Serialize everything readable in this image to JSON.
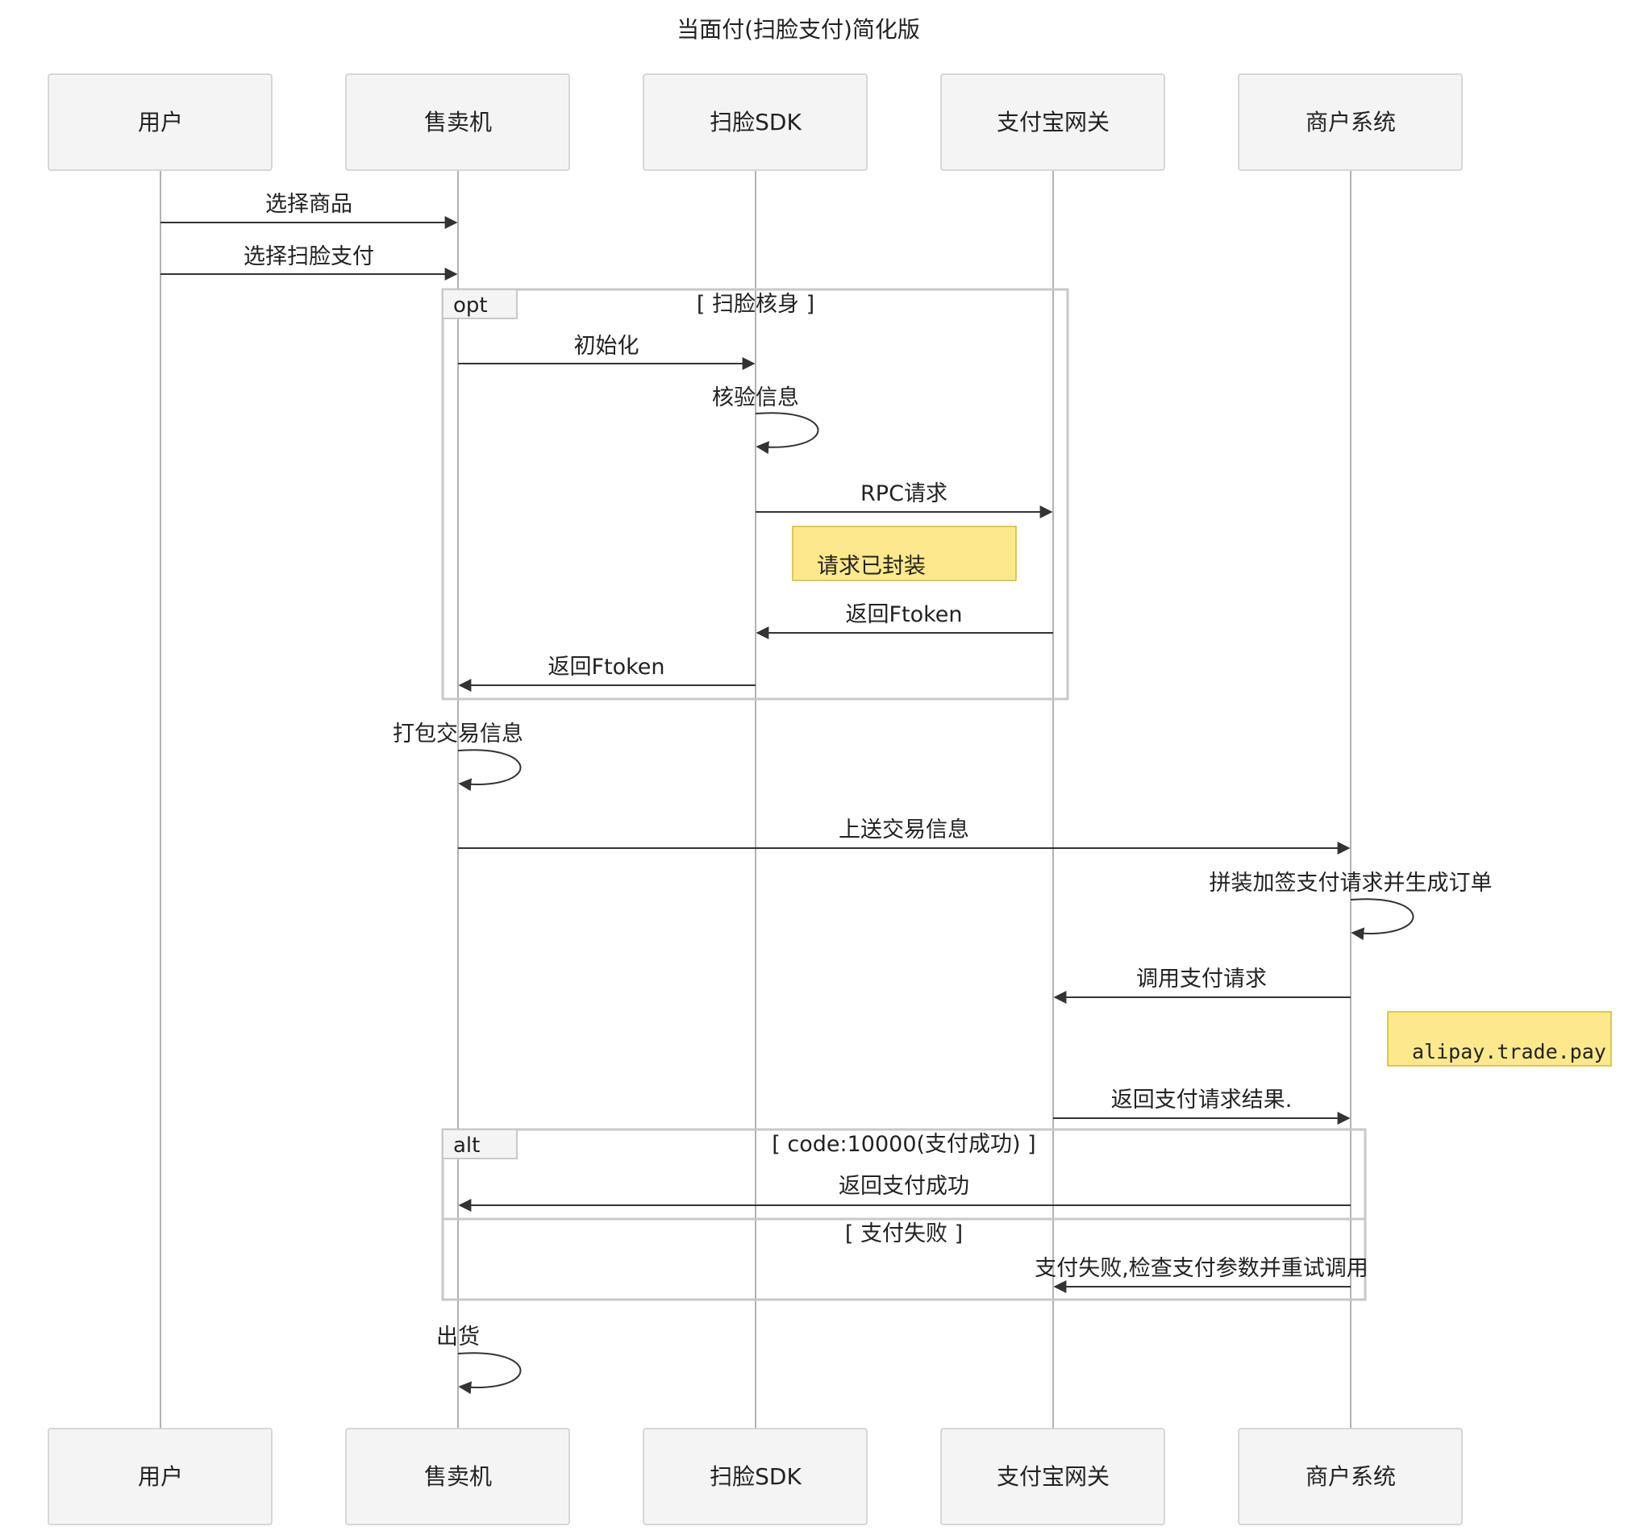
{
  "title": "当面付(扫脸支付)简化版",
  "colors": {
    "actor_fill": "#f4f4f4",
    "actor_stroke": "#cccccc",
    "lifeline": "#999999",
    "arrow": "#333333",
    "frame_stroke": "#c8c8c8",
    "note_fill": "#fde98b",
    "note_stroke": "#d4b83a"
  },
  "actors": [
    "用户",
    "售卖机",
    "扫脸SDK",
    "支付宝网关",
    "商户系统"
  ],
  "messages": [
    {
      "from": 0,
      "to": 1,
      "text": "选择商品"
    },
    {
      "from": 0,
      "to": 1,
      "text": "选择扫脸支付"
    },
    {
      "from": 1,
      "to": 2,
      "text": "初始化"
    },
    {
      "from": 2,
      "to": 2,
      "text": "核验信息"
    },
    {
      "from": 2,
      "to": 3,
      "text": "RPC请求"
    },
    {
      "from": 3,
      "to": 2,
      "text": "返回Ftoken"
    },
    {
      "from": 2,
      "to": 1,
      "text": "返回Ftoken"
    },
    {
      "from": 1,
      "to": 1,
      "text": "打包交易信息"
    },
    {
      "from": 1,
      "to": 4,
      "text": "上送交易信息"
    },
    {
      "from": 4,
      "to": 4,
      "text": "拼装加签支付请求并生成订单"
    },
    {
      "from": 4,
      "to": 3,
      "text": "调用支付请求"
    },
    {
      "from": 3,
      "to": 4,
      "text": "返回支付请求结果."
    },
    {
      "from": 4,
      "to": 1,
      "text": "返回支付成功"
    },
    {
      "from": 4,
      "to": 3,
      "text": "支付失败,检查支付参数并重试调用"
    },
    {
      "from": 1,
      "to": 1,
      "text": "出货"
    }
  ],
  "notes": [
    {
      "text": "请求已封装"
    },
    {
      "text": "alipay.trade.pay"
    }
  ],
  "frames": [
    {
      "type": "opt",
      "condition": "[ 扫脸核身 ]"
    },
    {
      "type": "alt",
      "condition": "[ code:10000(支付成功) ]",
      "else_condition": "[ 支付失败 ]"
    }
  ]
}
